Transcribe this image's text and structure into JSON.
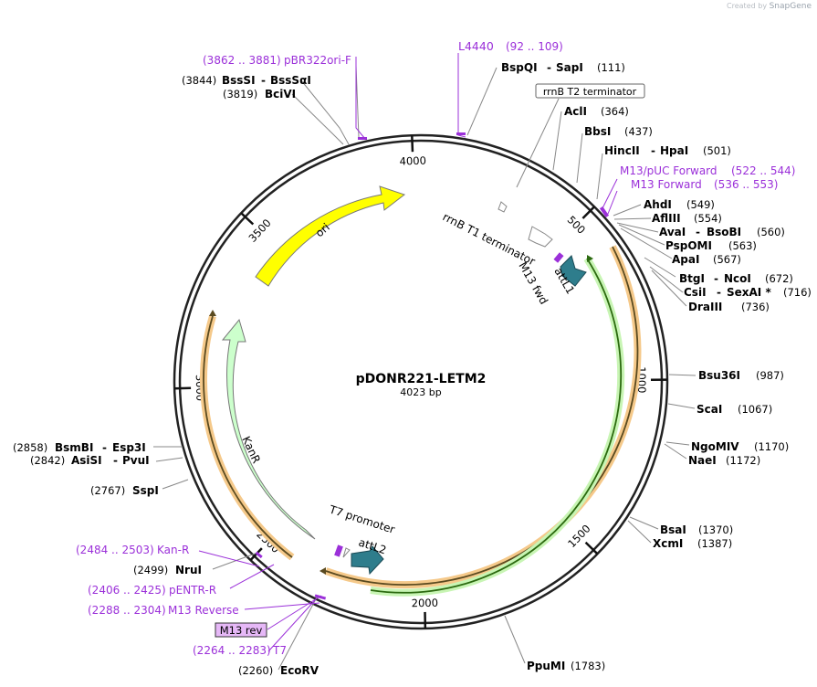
{
  "watermark": {
    "prefix": "Created by",
    "brand": "SnapGene"
  },
  "plasmid": {
    "name": "pDONR221-LETM2",
    "size": "4023 bp",
    "length": 4023
  },
  "ticks": [
    {
      "bp": 500,
      "label": "500"
    },
    {
      "bp": 1000,
      "label": "1000"
    },
    {
      "bp": 1500,
      "label": "1500"
    },
    {
      "bp": 2000,
      "label": "2000"
    },
    {
      "bp": 2500,
      "label": "2500"
    },
    {
      "bp": 3000,
      "label": "3000"
    },
    {
      "bp": 3500,
      "label": "3500"
    },
    {
      "bp": 4000,
      "label": "4000"
    }
  ],
  "features": {
    "ori": "ori",
    "kanr": "KanR",
    "rrnb_t1": "rrnB T1 terminator",
    "rrnb_t2": "rrnB T2 terminator",
    "m13_fwd": "M13 fwd",
    "attl1": "attL1",
    "t7_promoter": "T7 promoter",
    "attl2": "attL2",
    "m13_rev_box": "M13 rev"
  },
  "primers": [
    {
      "id": "pbr322",
      "range": "(3862 .. 3881)",
      "name": "pBR322ori-F"
    },
    {
      "id": "l4440",
      "name": "L4440",
      "range": "(92 .. 109)"
    },
    {
      "id": "m13puc",
      "name": "M13/pUC Forward",
      "range": "(522 .. 544)"
    },
    {
      "id": "m13fwd",
      "name": "M13 Forward",
      "range": "(536 .. 553)"
    },
    {
      "id": "kanr",
      "range": "(2484 .. 2503)",
      "name": "Kan-R"
    },
    {
      "id": "pentr",
      "range": "(2406 .. 2425)",
      "name": "pENTR-R"
    },
    {
      "id": "m13rev",
      "range": "(2288 .. 2304)",
      "name": "M13 Reverse"
    },
    {
      "id": "t7",
      "range": "(2264 .. 2283)",
      "name": "T7"
    }
  ],
  "enzymes": {
    "bssSI_pos": "(3844)",
    "bssSI": "BssSI",
    "bssSaI": "BssSαI",
    "bciVI_pos": "(3819)",
    "bciVI": "BciVI",
    "bspQI": "BspQI",
    "sapI": "SapI",
    "sapI_pos": "(111)",
    "aclI": "AclI",
    "aclI_pos": "(364)",
    "bbsI": "BbsI",
    "bbsI_pos": "(437)",
    "hincII": "HincII",
    "hpaI": "HpaI",
    "hpaI_pos": "(501)",
    "ahdI": "AhdI",
    "ahdI_pos": "(549)",
    "aflIII": "AflIII",
    "aflIII_pos": "(554)",
    "avaI": "AvaI",
    "bsoBI": "BsoBI",
    "bsoBI_pos": "(560)",
    "pspOMI": "PspOMI",
    "pspOMI_pos": "(563)",
    "apaI": "ApaI",
    "apaI_pos": "(567)",
    "btgI": "BtgI",
    "ncoI": "NcoI",
    "ncoI_pos": "(672)",
    "csiI": "CsiI",
    "sexAI": "SexAI *",
    "sexAI_pos": "(716)",
    "draIII": "DraIII",
    "draIII_pos": "(736)",
    "bsu36I": "Bsu36I",
    "bsu36I_pos": "(987)",
    "scaI": "ScaI",
    "scaI_pos": "(1067)",
    "ngoMIV": "NgoMIV",
    "ngoMIV_pos": "(1170)",
    "naeI": "NaeI",
    "naeI_pos": "(1172)",
    "bsaI": "BsaI",
    "bsaI_pos": "(1370)",
    "xcmI": "XcmI",
    "xcmI_pos": "(1387)",
    "ppuMI": "PpuMI",
    "ppuMI_pos": "(1783)",
    "bsmBI_pos": "(2858)",
    "bsmBI": "BsmBI",
    "esp3I": "Esp3I",
    "asiSI_pos": "(2842)",
    "asiSI": "AsiSI",
    "pvuI": "PvuI",
    "sspI_pos": "(2767)",
    "sspI": "SspI",
    "nruI_pos": "(2499)",
    "nruI": "NruI",
    "ecoRV_pos": "(2260)",
    "ecoRV": "EcoRV"
  },
  "colors": {
    "ori": "#ffff00",
    "kanr": "#ccffcc",
    "att": "#2e7d8c",
    "primer": "#9b30d9",
    "orf_outer": "#f5c98a",
    "orf_inner": "#8ee07a"
  }
}
